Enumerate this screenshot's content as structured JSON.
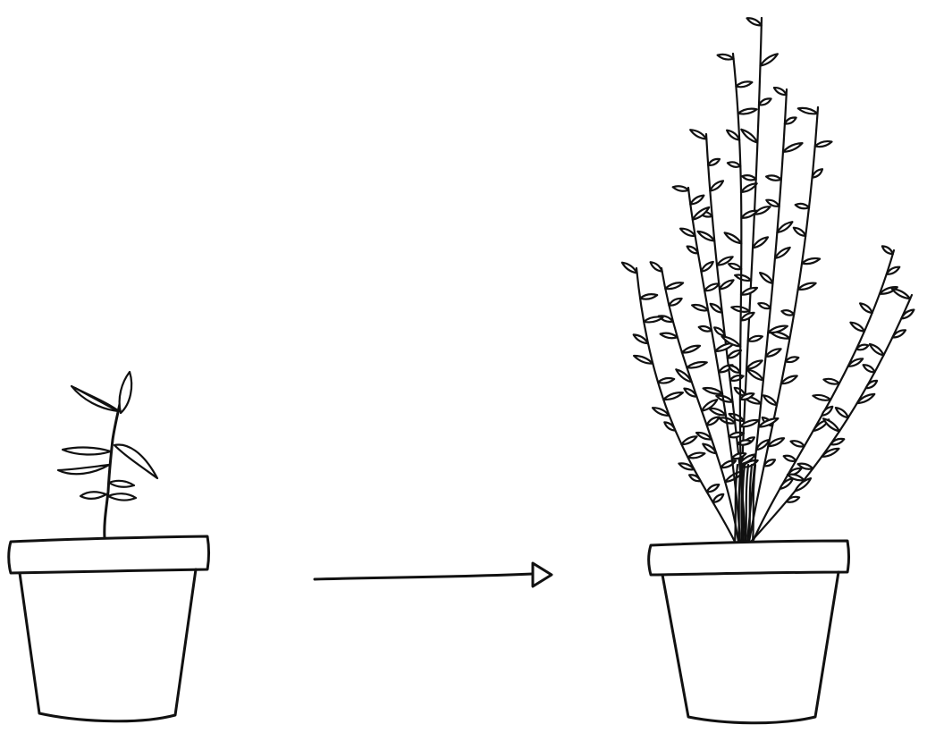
{
  "figure": {
    "stages": [
      {
        "name": "seedling",
        "leaf_count": 8
      },
      {
        "name": "mature-bush"
      }
    ],
    "arrow_direction": "right",
    "ink_color": "#111111",
    "background_color": "#ffffff"
  }
}
